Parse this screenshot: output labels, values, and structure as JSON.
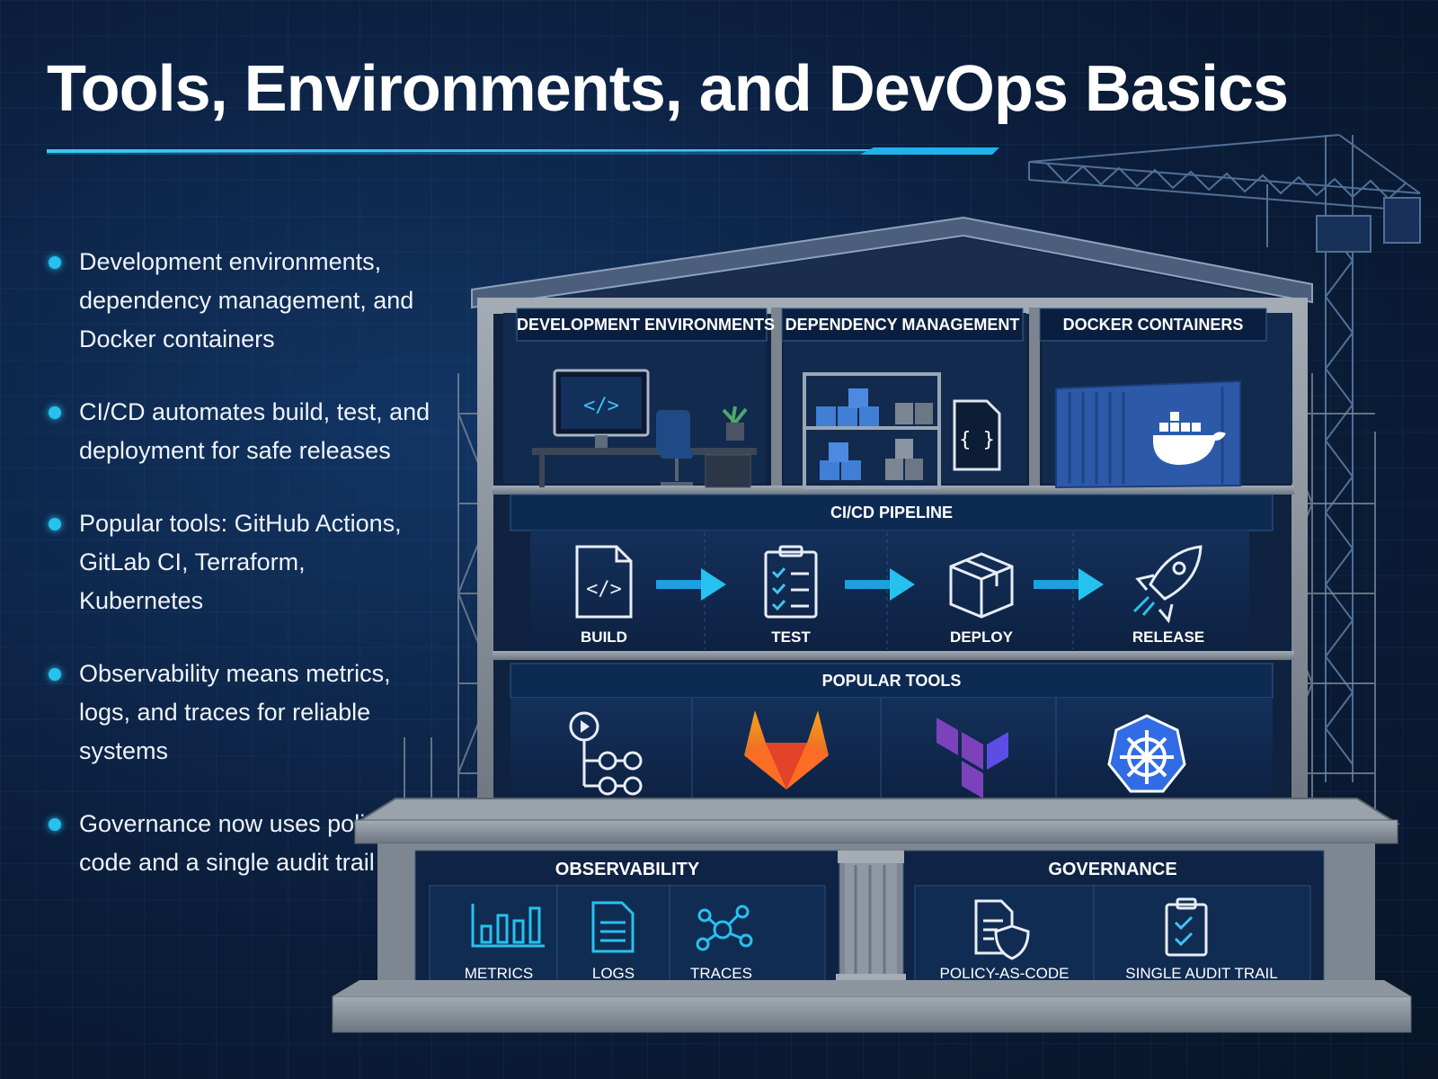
{
  "title": "Tools, Environments, and DevOps Basics",
  "colors": {
    "accent": "#27c1ef",
    "background": "#0b1d3a",
    "panel": "#102849",
    "stone": "#8a929c"
  },
  "bullets": [
    {
      "text": "Development environments, dependency management, and Docker containers"
    },
    {
      "text": "CI/CD automates build, test, and deployment for safe releases"
    },
    {
      "text": "Popular tools: GitHub Actions, GitLab CI, Terraform, Kubernetes"
    },
    {
      "text": "Observability means metrics, logs, and traces for reliable systems"
    },
    {
      "text": "Governance now uses policy-as-code and a single audit trail"
    }
  ],
  "top_floor": {
    "rooms": [
      {
        "label": "DEVELOPMENT ENVIRONMENTS",
        "icon": "computer-desk-icon"
      },
      {
        "label": "DEPENDENCY MANAGEMENT",
        "icon": "package-shelf-icon"
      },
      {
        "label": "DOCKER CONTAINERS",
        "icon": "docker-container-icon"
      }
    ]
  },
  "pipeline": {
    "label": "CI/CD PIPELINE",
    "stages": [
      {
        "label": "BUILD",
        "icon": "code-file-icon"
      },
      {
        "label": "TEST",
        "icon": "checklist-icon"
      },
      {
        "label": "DEPLOY",
        "icon": "box-icon"
      },
      {
        "label": "RELEASE",
        "icon": "rocket-icon"
      }
    ]
  },
  "tools": {
    "label": "POPULAR TOOLS",
    "items": [
      {
        "icon": "github-actions-icon"
      },
      {
        "icon": "gitlab-icon"
      },
      {
        "icon": "terraform-icon"
      },
      {
        "icon": "kubernetes-icon"
      }
    ]
  },
  "observability": {
    "label": "OBSERVABILITY",
    "items": [
      {
        "label": "METRICS",
        "icon": "bar-chart-icon"
      },
      {
        "label": "LOGS",
        "icon": "document-icon"
      },
      {
        "label": "TRACES",
        "icon": "network-graph-icon"
      }
    ]
  },
  "governance": {
    "label": "GOVERNANCE",
    "items": [
      {
        "label": "POLICY-AS-CODE",
        "icon": "document-shield-icon"
      },
      {
        "label": "SINGLE AUDIT TRAIL",
        "icon": "clipboard-check-icon"
      }
    ]
  }
}
